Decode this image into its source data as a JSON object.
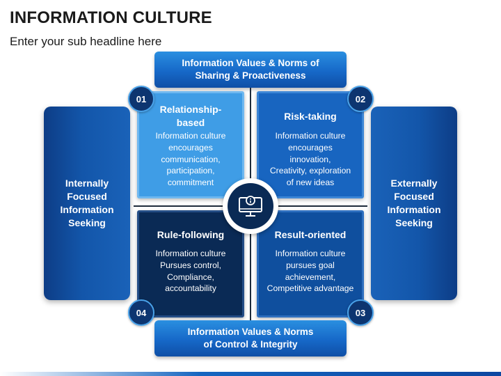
{
  "title": "INFORMATION CULTURE",
  "subtitle": "Enter your sub headline here",
  "banners": {
    "top": "Information Values & Norms of\nSharing & Proactiveness",
    "bottom": "Information Values & Norms\nof Control & Integrity"
  },
  "sides": {
    "left": "Internally\nFocused\nInformation\nSeeking",
    "right": "Externally\nFocused\nInformation\nSeeking"
  },
  "quadrants": [
    {
      "number": "01",
      "heading": "Relationship-\nbased",
      "body": "Information culture\nencourages\ncommunication,\nparticipation,\ncommitment",
      "color": "#3f9de6"
    },
    {
      "number": "02",
      "heading": "Risk-taking",
      "body": "Information culture\nencourages\ninnovation,\nCreativity, exploration\nof new ideas",
      "color": "#1865c0"
    },
    {
      "number": "03",
      "heading": "Result-oriented",
      "body": "Information culture\npursues goal\nachievement,\nCompetitive advantage",
      "color": "#0f4f9e"
    },
    {
      "number": "04",
      "heading": "Rule-following",
      "body": "Information culture\nPursues control,\nCompliance,\naccountability",
      "color": "#0a2a55"
    }
  ],
  "center_icon": "computer-info-icon"
}
